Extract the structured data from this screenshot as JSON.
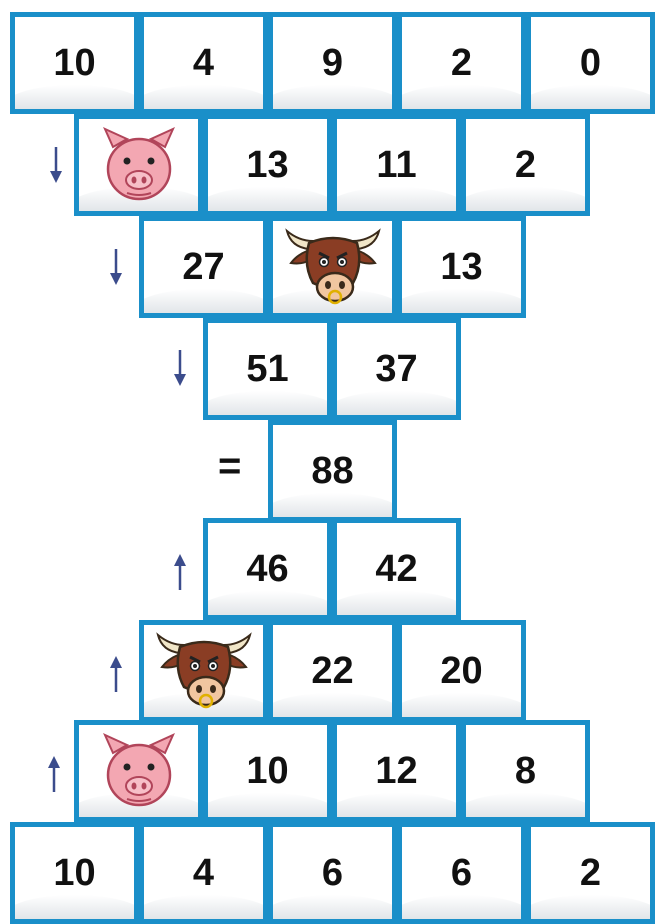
{
  "top_pyramid": {
    "rows": [
      [
        "10",
        "4",
        "9",
        "2",
        "0"
      ],
      [
        "pig",
        "13",
        "11",
        "2"
      ],
      [
        "27",
        "bull",
        "13"
      ],
      [
        "51",
        "37"
      ]
    ]
  },
  "center": {
    "equals": "=",
    "value": "88"
  },
  "bottom_pyramid": {
    "rows": [
      [
        "46",
        "42"
      ],
      [
        "bull",
        "22",
        "20"
      ],
      [
        "pig",
        "10",
        "12",
        "8"
      ],
      [
        "10",
        "4",
        "6",
        "6",
        "2"
      ]
    ]
  },
  "icons": {
    "down_arrow": "arrow-down-icon",
    "up_arrow": "arrow-up-icon",
    "pig": "pig-face-icon",
    "bull": "bull-face-icon"
  },
  "colors": {
    "border": "#1a8fc9",
    "arrow": "#3b4c8c",
    "pig": "#f3a7b2",
    "bull": "#8a3d24"
  }
}
